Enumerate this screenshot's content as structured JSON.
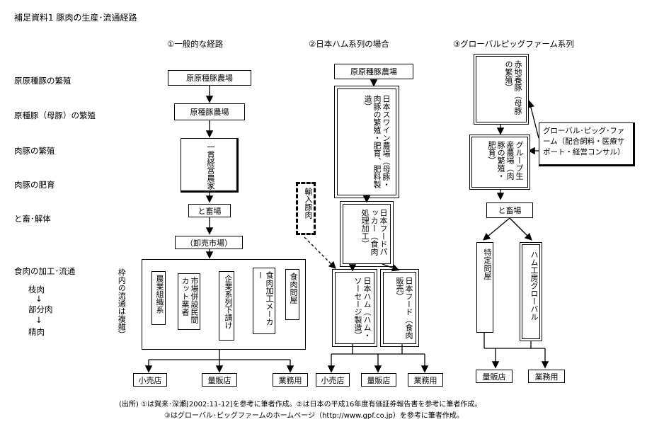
{
  "title": "補足資料1 豚肉の生産･流通経路",
  "columns": {
    "general": "①一般的な経路",
    "nipponham": "②日本ハム系列の場合",
    "gpf": "③グローバルピッグファーム系列"
  },
  "rows": {
    "r1": "原原種豚の繁殖",
    "r2": "原種豚（母豚）の繁殖",
    "r3": "肉豚の繁殖",
    "r4": "肉豚の肥育",
    "r5": "と畜･解体",
    "r6": "食肉の加工･流通",
    "r7a": "枝肉",
    "r7b": "部分肉",
    "r7c": "精肉",
    "arrow1": "↓",
    "arrow2": "↓"
  },
  "general": {
    "farm1": "原原種豚農場",
    "farm2": "原種豚農場",
    "ikkan": "一貫経営農家",
    "tochikuba": "と畜場",
    "oroshi": "（卸売市場）",
    "complex": "枠内の流通は複雑）",
    "nogyo": "農業組織系",
    "shijo": "市場併設民間カット業者",
    "kigyo": "企業系列下請け",
    "shokuniku_kako": "食肉加工メーカー",
    "shokuniku_don": "食肉問屋",
    "retail": "小売店",
    "mass": "量販店",
    "business": "業務用"
  },
  "nipponham": {
    "farm1": "原原種豚農場",
    "swine": "日本スワイン農場（母豚・肉豚の繁殖・肥育、肥料製造）",
    "imported": "輸入豚肉",
    "packer": "日本フードパッカー（食肉処理加工）",
    "ham": "日本ハム（ハム・ソーセージ製造）",
    "food": "日本フード（食肉販売）",
    "retail": "小売店",
    "mass": "量販店",
    "business": "業務用"
  },
  "gpf": {
    "akaji": "赤地養豚（母豚の繁殖）",
    "gpf_note": "グローバル･ピッグ･ファーム（配合飼料・医療サポート・経営コンサル）",
    "group": "グループ生産農場（肉豚の繁殖・肥育）",
    "tochikuba": "と畜場",
    "tokutei": "特定問屋",
    "hamkobo": "ハム工房グローバル",
    "mass": "量販店",
    "business": "業務用"
  },
  "source": {
    "line1": "(出所) ①は賀来･深瀬[2002:11-12]を参考に筆者作成。②は日本の平成16年度有価証券報告書を参考に筆者作成。",
    "line2": "③はグローバル･ピッグファームのホームページ（http://www.gpf.co.jp）を参考に筆者作成。"
  }
}
